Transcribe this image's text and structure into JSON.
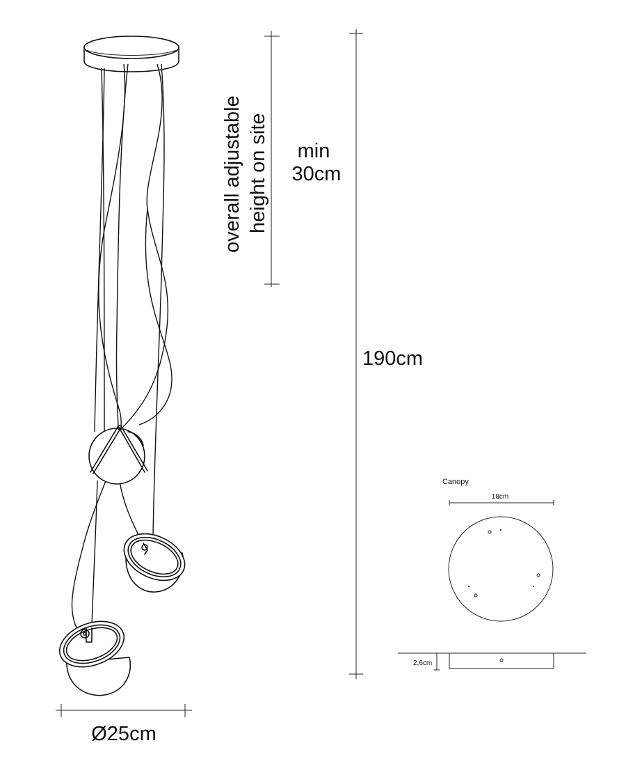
{
  "drawing": {
    "adjustable_label_line1": "overall adjustable",
    "adjustable_label_line2": "height on site",
    "min_label_line1": "min",
    "min_label_line2": "30cm",
    "total_height_label": "190cm",
    "diameter_label": "Ø25cm"
  },
  "canopy": {
    "title": "Canopy",
    "diameter_label": "18cm",
    "thickness_label": "2,6cm"
  }
}
